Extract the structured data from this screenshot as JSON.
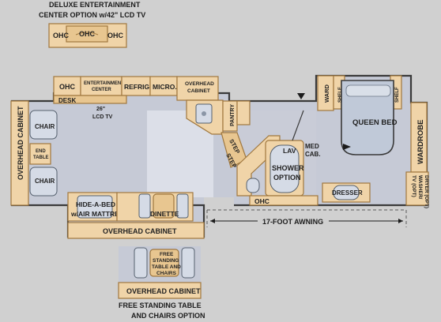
{
  "labels": {
    "deluxe_caption_line1": "DELUXE ENTERTAINMENT",
    "deluxe_caption_line2": "CENTER OPTION w/42\" LCD TV",
    "ohc": "OHC",
    "entertainment_center_line1": "ENTERTAINMENT",
    "entertainment_center_line2": "CENTER",
    "refrig": "REFRIG.",
    "micro": "MICRO.",
    "overhead_cabinet_short_line1": "OVERHEAD",
    "overhead_cabinet_short_line2": "CABINET",
    "desk": "DESK",
    "lcd_tv_line1": "26\"",
    "lcd_tv_line2": "LCD TV",
    "overhead_cabinet": "OVERHEAD CABINET",
    "chair": "CHAIR",
    "end_table_line1": "END",
    "end_table_line2": "TABLE",
    "hide_a_bed_line1": "HIDE-A-BED",
    "hide_a_bed_line2": "w/AIR MATTRESS",
    "dinette": "DINETTE",
    "pantry": "PANTRY",
    "step": "STEP",
    "med_cab_line1": "MED",
    "med_cab_line2": "CAB.",
    "lav": "LAV",
    "shower_line1": "SHOWER",
    "shower_line2": "OPTION",
    "ward": "WARD",
    "shelf": "SHELF",
    "queen_bed": "QUEEN BED",
    "wardrobe": "WARDROBE",
    "dresser": "DRESSER",
    "tv_opt": "TV (OPT)",
    "washer_line1": "WASHER/",
    "washer_line2": "DRYER (OPT)",
    "awning": "17-FOOT AWNING",
    "free_table_line1": "FREE",
    "free_table_line2": "STANDING",
    "free_table_line3": "TABLE AND",
    "free_table_line4": "CHAIRS",
    "free_caption_line1": "FREE STANDING TABLE",
    "free_caption_line2": "AND CHAIRS OPTION"
  },
  "colors": {
    "background": "#d0d0d0",
    "floor": "#c6cad6",
    "cabinet": "#f0d4a8",
    "wall": "#3a3a3a"
  }
}
